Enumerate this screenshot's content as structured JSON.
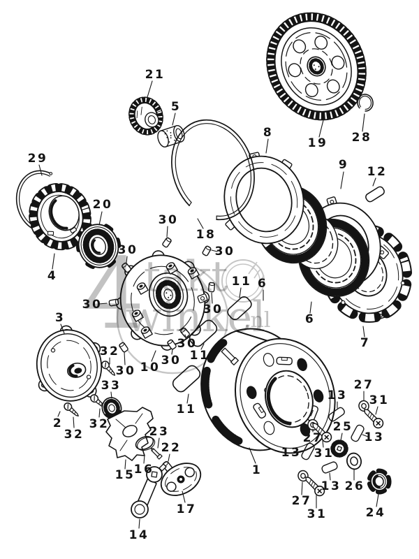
{
  "art": {
    "ink": "#141414",
    "paper": "#ffffff",
    "ghost": "#c6c6c6"
  },
  "watermark": {
    "prefix": "4",
    "word_top": "takt",
    "word_bottom": "winkel",
    "domain": ".nl"
  },
  "callouts": [
    {
      "part": "21"
    },
    {
      "part": "5"
    },
    {
      "part": "19"
    },
    {
      "part": "28"
    },
    {
      "part": "8"
    },
    {
      "part": "29"
    },
    {
      "part": "9"
    },
    {
      "part": "12"
    },
    {
      "part": "20"
    },
    {
      "part": "30"
    },
    {
      "part": "18"
    },
    {
      "part": "30"
    },
    {
      "part": "30"
    },
    {
      "part": "4"
    },
    {
      "part": "11"
    },
    {
      "part": "6"
    },
    {
      "part": "30"
    },
    {
      "part": "30"
    },
    {
      "part": "3"
    },
    {
      "part": "6"
    },
    {
      "part": "30"
    },
    {
      "part": "7"
    },
    {
      "part": "32"
    },
    {
      "part": "11"
    },
    {
      "part": "30"
    },
    {
      "part": "10"
    },
    {
      "part": "30"
    },
    {
      "part": "27"
    },
    {
      "part": "33"
    },
    {
      "part": "13"
    },
    {
      "part": "31"
    },
    {
      "part": "11"
    },
    {
      "part": "2"
    },
    {
      "part": "32"
    },
    {
      "part": "25"
    },
    {
      "part": "23"
    },
    {
      "part": "32"
    },
    {
      "part": "13"
    },
    {
      "part": "27"
    },
    {
      "part": "22"
    },
    {
      "part": "13"
    },
    {
      "part": "31"
    },
    {
      "part": "16"
    },
    {
      "part": "1"
    },
    {
      "part": "15"
    },
    {
      "part": "13"
    },
    {
      "part": "26"
    },
    {
      "part": "27"
    },
    {
      "part": "31"
    },
    {
      "part": "17"
    },
    {
      "part": "24"
    },
    {
      "part": "14"
    }
  ]
}
